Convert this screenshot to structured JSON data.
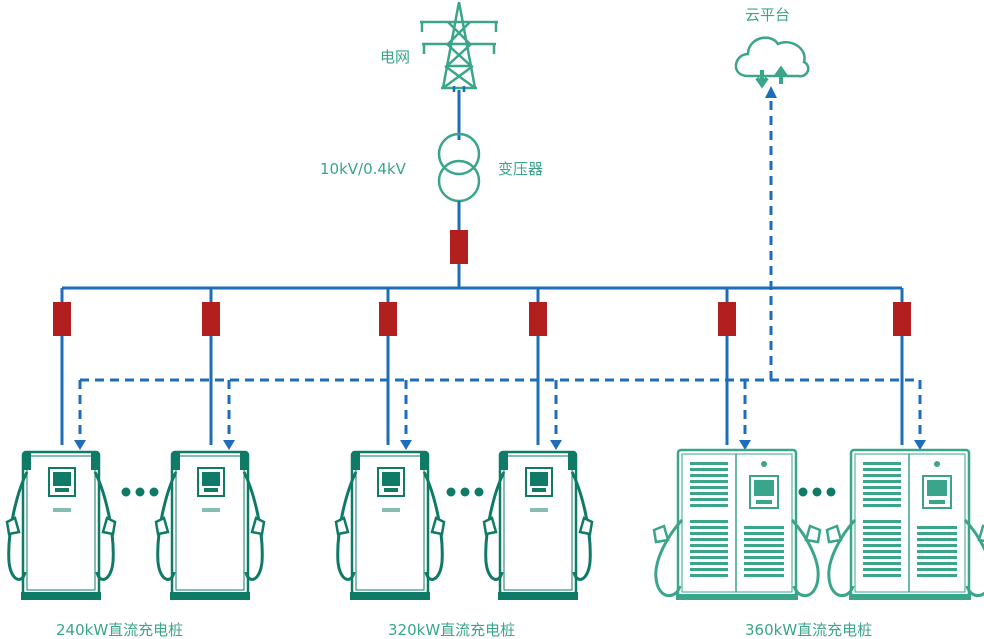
{
  "labels": {
    "grid": "电网",
    "cloud": "云平台",
    "voltage": "10kV/0.4kV",
    "transformer": "变压器"
  },
  "groups": [
    {
      "label": "240kW直流充电桩"
    },
    {
      "label": "320kW直流充电桩"
    },
    {
      "label": "360kW直流充电桩"
    }
  ],
  "colors": {
    "teal": "#0f7a66",
    "light_teal": "#3aa58a",
    "blue": "#1e6db8",
    "red": "#b1201f"
  },
  "icons": [
    "transmission-tower-icon",
    "cloud-sync-icon",
    "transformer-icon",
    "breaker-icon",
    "charger-icon",
    "cabinet-charger-icon"
  ]
}
